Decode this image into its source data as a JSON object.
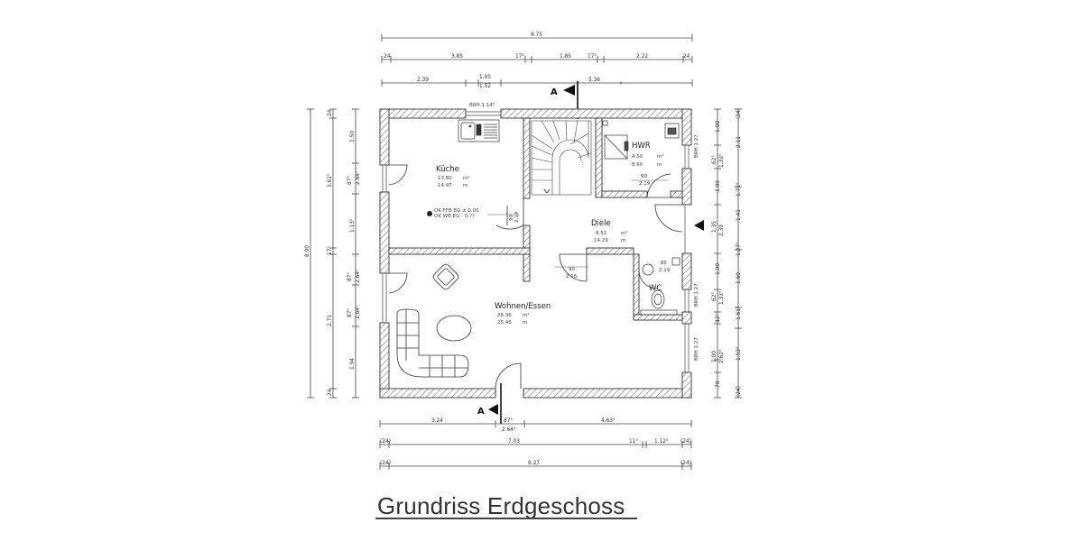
{
  "title": "Grundriss Erdgeschoss",
  "section_marker": "A",
  "rooms": [
    {
      "name": "Küche",
      "area": "13.90",
      "area_unit": "m²",
      "perimeter": "14.97",
      "perimeter_unit": "m"
    },
    {
      "name": "HWR",
      "area": "4.50",
      "area_unit": "m²",
      "perimeter": "8.60",
      "perimeter_unit": "m"
    },
    {
      "name": "Diele",
      "area": "8.52",
      "area_unit": "m²",
      "perimeter": "14.29",
      "perimeter_unit": "m"
    },
    {
      "name": "Wohnen/Essen",
      "area": "28.36",
      "area_unit": "m²",
      "perimeter": "25.46",
      "perimeter_unit": "m"
    },
    {
      "name": "WC",
      "area": "",
      "area_unit": "",
      "perimeter": "",
      "perimeter_unit": ""
    }
  ],
  "kitchen_note": [
    "OK FFB EG ± 0.00",
    "OK WB EG - 0.??"
  ],
  "window_notes": {
    "kitchen_top": "BRH 1.14⁵",
    "hwr_right": "BRH 1.27",
    "wc_right": "BRH 1.27",
    "living_right": "BRH 1.27"
  },
  "doors": {
    "kitchen": [
      "90",
      "2.19"
    ],
    "hwr": [
      "90",
      "2.19"
    ],
    "living": [
      "90",
      "2.16"
    ],
    "wc": [
      "85",
      "2.19"
    ]
  },
  "dimensions": {
    "top": {
      "overall": "8.75",
      "row2": [
        "24",
        "3.85",
        "17⁵",
        "1.85",
        "17⁵",
        "2.22",
        "24"
      ],
      "row3": [
        "2.39",
        "1.05",
        "1.52",
        "5.36"
      ]
    },
    "bottom": {
      "row1": [
        "3.24",
        "87⁵",
        "2.64⁵",
        "4.63⁵"
      ],
      "row2": [
        "(24)",
        "7.03",
        "11⁵",
        "1.12⁵",
        "(24)"
      ],
      "row3": [
        "(24)",
        "8.27",
        "(24)"
      ]
    },
    "left": {
      "overall": "8.00",
      "row2": [
        "24",
        "3.61⁵",
        "17⁵",
        "2.71",
        "24"
      ],
      "row3": [
        "1.50",
        "87⁵",
        "2.64⁵",
        "1.13⁵",
        "87⁵",
        "2.64⁵",
        "87⁵",
        "2.64⁵",
        "1.94"
      ]
    },
    "right": {
      "row1": [
        "1.00",
        "62⁵",
        "1.33⁵",
        "1.00",
        "1.35",
        "2.39",
        "1.00",
        "62⁵",
        "1.33⁵",
        "32⁵",
        "1.00",
        "1.62⁵",
        "70"
      ],
      "row2": [
        "(24)",
        "2.11",
        "1.71⁵",
        "1.41",
        "1.27⁵",
        "1.69",
        "1.61⁵",
        "1.93⁵",
        "(24)"
      ]
    }
  }
}
